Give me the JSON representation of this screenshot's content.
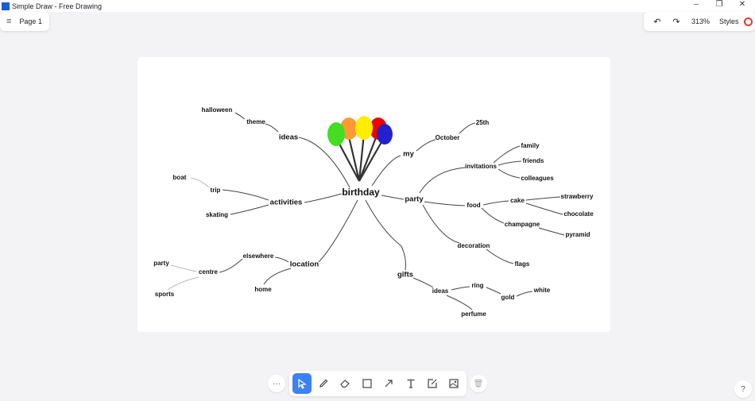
{
  "window": {
    "title": "Simple Draw - Free Drawing",
    "minimize": "–",
    "restore": "❐",
    "close": "✕"
  },
  "header": {
    "page": "Page 1",
    "zoom": "313%",
    "styles": "Styles",
    "accent": "#e53935"
  },
  "mindmap": {
    "center": "birthday",
    "nodes": {
      "ideas": "ideas",
      "theme": "theme",
      "halloween": "halloween",
      "my": "my",
      "october": "October",
      "n25th": "25th",
      "party": "party",
      "invitations": "invitations",
      "family": "family",
      "friends": "friends",
      "colleagues": "colleagues",
      "food": "food",
      "cake": "cake",
      "strawberry": "strawberry",
      "chocolate": "chocolate",
      "champagne": "champagne",
      "pyramid": "pyramid",
      "decoration": "decoration",
      "flags": "flags",
      "activities": "activities",
      "trip": "trip",
      "boat": "boat",
      "skating": "skating",
      "location": "location",
      "elsewhere": "elsewhere",
      "centre": "centre",
      "party2": "party",
      "sports": "sports",
      "home": "home",
      "gifts": "gifts",
      "ideas2": "ideas",
      "ring": "ring",
      "gold": "gold",
      "white": "white",
      "perfume": "perfume"
    },
    "balloon_colors": [
      "#44dd22",
      "#ff9933",
      "#ffee00",
      "#ee0000",
      "#2222cc"
    ]
  },
  "toolbar": {
    "more": "···",
    "tools": [
      "select",
      "pencil",
      "eraser",
      "rectangle",
      "arrow",
      "text",
      "note",
      "image"
    ],
    "delete": "delete"
  },
  "help": "?"
}
